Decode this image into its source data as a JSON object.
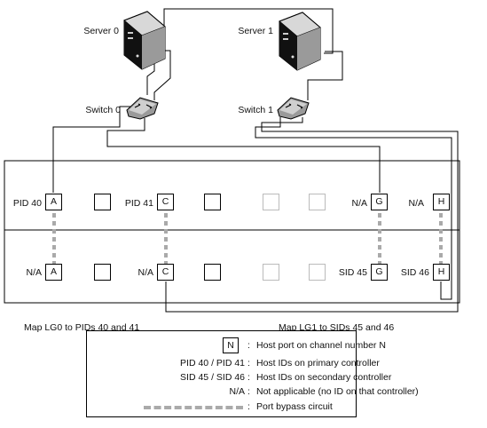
{
  "servers": [
    {
      "label": "Server 0"
    },
    {
      "label": "Server 1"
    }
  ],
  "switches": [
    {
      "label": "Switch 0"
    },
    {
      "label": "Switch 1"
    }
  ],
  "primary_row": [
    {
      "left_label": "PID 40",
      "letter": "A"
    },
    {
      "left_label": "",
      "letter": ""
    },
    {
      "left_label": "PID 41",
      "letter": "C"
    },
    {
      "left_label": "",
      "letter": ""
    },
    {
      "left_label": "",
      "letter": ""
    },
    {
      "left_label": "",
      "letter": ""
    },
    {
      "left_label": "N/A",
      "letter": "G"
    },
    {
      "left_label": "N/A",
      "letter": "H"
    }
  ],
  "secondary_row": [
    {
      "left_label": "N/A",
      "letter": "A"
    },
    {
      "left_label": "",
      "letter": ""
    },
    {
      "left_label": "N/A",
      "letter": "C"
    },
    {
      "left_label": "",
      "letter": ""
    },
    {
      "left_label": "",
      "letter": ""
    },
    {
      "left_label": "",
      "letter": ""
    },
    {
      "left_label": "SID 45",
      "letter": "G"
    },
    {
      "left_label": "SID 46",
      "letter": "H"
    }
  ],
  "captions": {
    "left": "Map LG0 to PIDs 40 and 41",
    "right": "Map LG1 to SIDs 45 and 46"
  },
  "legend": {
    "port_symbol": "N",
    "rows": [
      {
        "key": "",
        "desc": "Host port on channel number N"
      },
      {
        "key": "PID 40 / PID 41",
        "desc": "Host IDs on primary controller"
      },
      {
        "key": "SID 45 / SID 46",
        "desc": "Host IDs on secondary controller"
      },
      {
        "key": "N/A",
        "desc": "Not applicable (no ID on that controller)"
      },
      {
        "key": "",
        "desc": "Port bypass circuit"
      }
    ],
    "colon": ":"
  }
}
